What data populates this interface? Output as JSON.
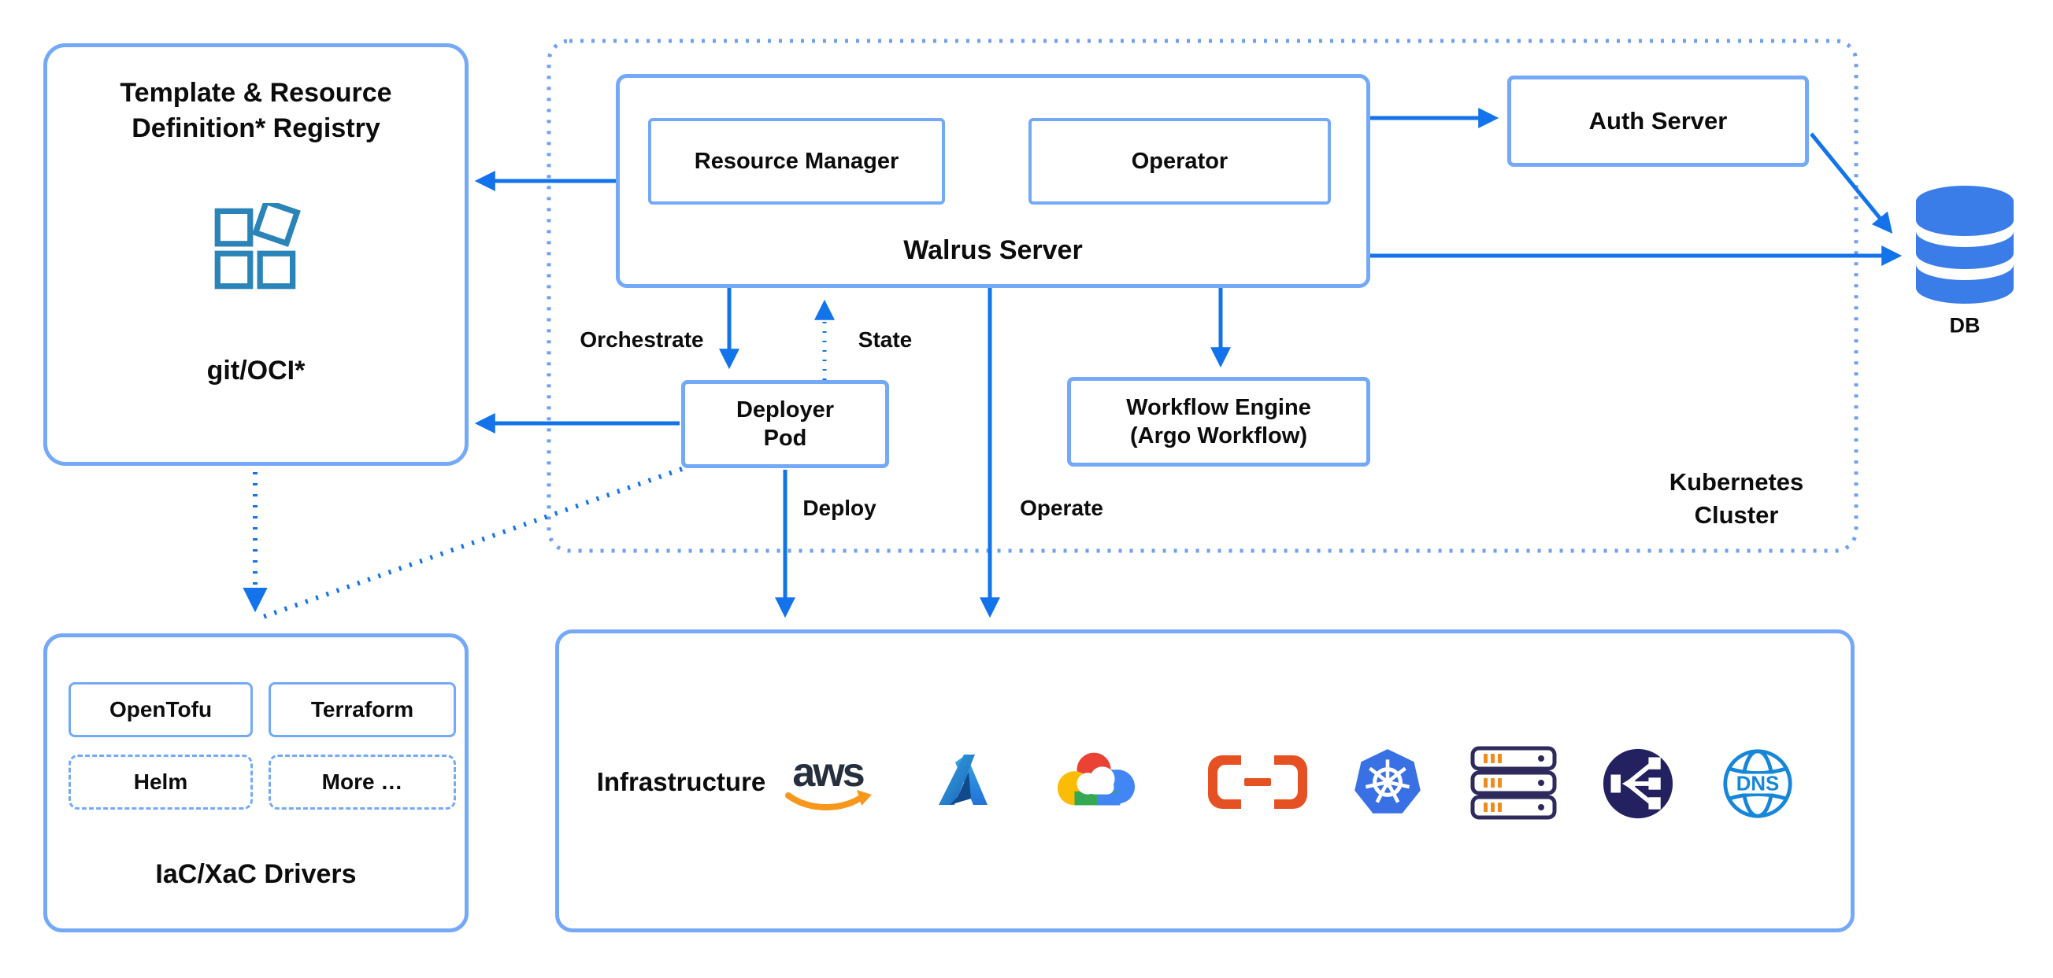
{
  "registry": {
    "title_line1": "Template & Resource",
    "title_line2": "Definition* Registry",
    "subtitle": "git/OCI*"
  },
  "kubernetes_cluster": {
    "label_line1": "Kubernetes",
    "label_line2": "Cluster"
  },
  "walrus_server": {
    "label": "Walrus Server",
    "resource_manager": "Resource Manager",
    "operator": "Operator"
  },
  "auth_server": {
    "label": "Auth Server"
  },
  "deployer_pod": {
    "label_line1": "Deployer",
    "label_line2": "Pod"
  },
  "workflow_engine": {
    "label_line1": "Workflow Engine",
    "label_line2": "(Argo Workflow)"
  },
  "database": {
    "label": "DB"
  },
  "iac_drivers": {
    "title": "IaC/XaC Drivers",
    "drivers": [
      {
        "label": "OpenTofu",
        "style": "solid"
      },
      {
        "label": "Terraform",
        "style": "solid"
      },
      {
        "label": "Helm",
        "style": "dashed"
      },
      {
        "label": "More …",
        "style": "dashed"
      }
    ]
  },
  "infrastructure": {
    "label": "Infrastructure",
    "providers": [
      "aws",
      "azure",
      "google-cloud",
      "alibaba-cloud",
      "kubernetes",
      "bare-metal-servers",
      "load-balancer",
      "dns"
    ],
    "aws_text": "aws",
    "dns_text": "DNS"
  },
  "edge_labels": {
    "orchestrate": "Orchestrate",
    "state": "State",
    "deploy": "Deploy",
    "operate": "Operate"
  },
  "colors": {
    "arrow": "#1273eb",
    "box_border": "#74a9f8",
    "cluster_border": "#6fa0f3",
    "registry_icon": "#2b84b8",
    "aws_navy": "#252f3e",
    "aws_orange": "#f7981d",
    "azure_light": "#35a7e1",
    "azure_dark": "#1b5fb8",
    "gcp_red": "#ea4335",
    "gcp_blue": "#4285f4",
    "gcp_yellow": "#fbbc05",
    "gcp_green": "#34a853",
    "alibaba_orange": "#e65124",
    "kubernetes_blue": "#3970e4",
    "server_navy": "#2e2a5b",
    "server_orange": "#f08c1e",
    "elb_navy": "#232160",
    "dns_blue": "#1686d9",
    "db_blue": "#3b7de8",
    "text": "#0c0c0c"
  }
}
